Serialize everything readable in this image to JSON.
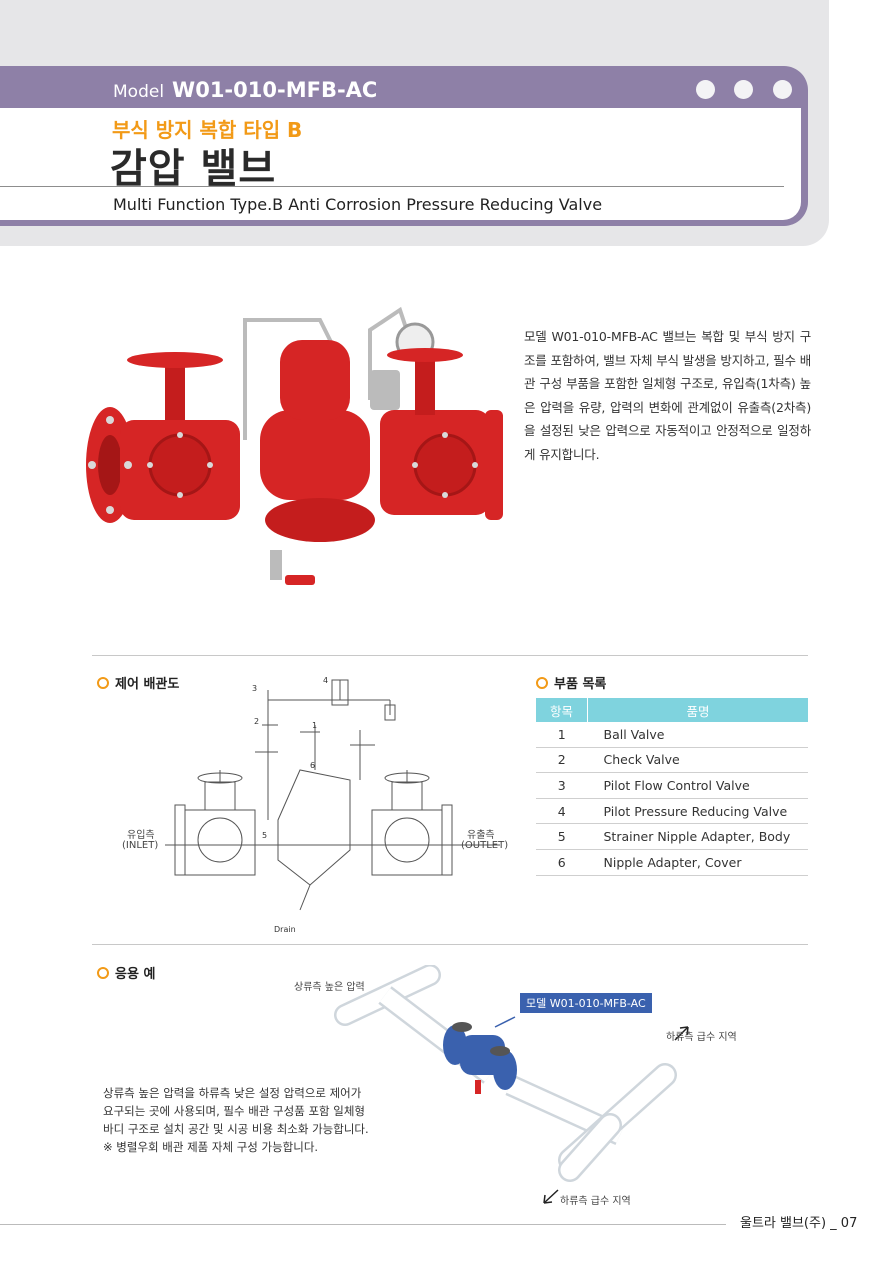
{
  "header": {
    "model_label": "Model",
    "model_code": "W01-010-MFB-AC",
    "subtitle_ko": "부식 방지 복합 타입 B",
    "title_ko": "감압 밸브",
    "subtitle_en": "Multi Function Type.B Anti Corrosion Pressure Reducing Valve"
  },
  "description": "모델 W01-010-MFB-AC 밸브는 복합 및 부식 방지 구조를 포함하여, 밸브 자체 부식 발생을 방지하고, 필수 배관 구성 부품을 포함한 일체형 구조로, 유입측(1차측) 높은 압력을 유량, 압력의 변화에 관계없이 유출측(2차측)을 설정된 낮은 압력으로 자동적이고 안정적으로 일정하게 유지합니다.",
  "control_diagram": {
    "title": "제어 배관도",
    "inlet_ko": "유입측",
    "inlet_en": "(INLET)",
    "outlet_ko": "유출측",
    "outlet_en": "(OUTLET)",
    "drain": "Drain",
    "callouts": [
      "1",
      "2",
      "3",
      "4",
      "5",
      "6"
    ]
  },
  "parts": {
    "title": "부품 목록",
    "headers": [
      "항목",
      "품명"
    ],
    "rows": [
      {
        "no": "1",
        "name": "Ball Valve"
      },
      {
        "no": "2",
        "name": "Check Valve"
      },
      {
        "no": "3",
        "name": "Pilot Flow Control Valve"
      },
      {
        "no": "4",
        "name": "Pilot Pressure Reducing Valve"
      },
      {
        "no": "5",
        "name": "Strainer Nipple Adapter, Body"
      },
      {
        "no": "6",
        "name": "Nipple Adapter, Cover"
      }
    ]
  },
  "application": {
    "title": "응용 예",
    "upstream_label": "상류측 높은 압력",
    "model_tag": "모델 W01-010-MFB-AC",
    "downstream_label_1": "하류측 급수 지역",
    "downstream_label_2": "하류측 급수 지역",
    "text": "상류측 높은 압력을 하류측 낮은 설정 압력으로 제어가 요구되는 곳에 사용되며, 필수 배관 구성품 포함 일체형 바디 구조로 설치 공간 및 시공 비용 최소화 가능합니다.",
    "note": "※ 병렬우회 배관 제품 자체 구성 가능합니다."
  },
  "footer": {
    "company_page": "울트라 밸브(주) _ 07"
  },
  "colors": {
    "accent_orange": "#f29a17",
    "header_purple": "#8e80a7",
    "table_header": "#7fd3de",
    "valve_red": "#d62525",
    "valve_blue": "#3a61ae"
  }
}
